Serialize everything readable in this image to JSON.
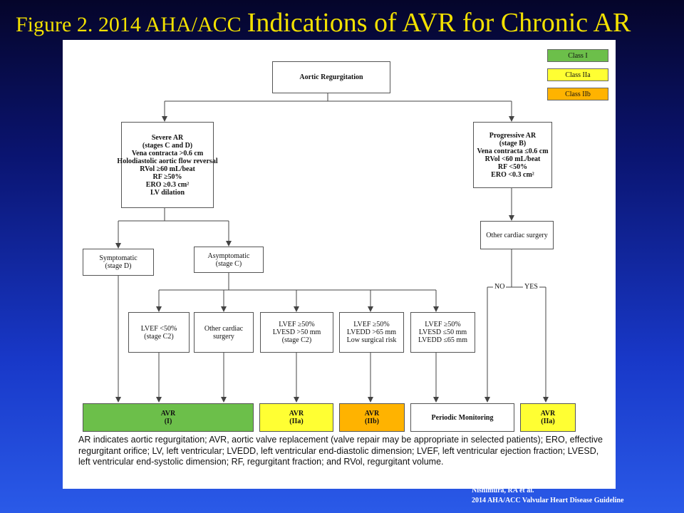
{
  "slide": {
    "title_part1": "Figure 2. 2014 AHA/ACC",
    "title_part2": "Indications of AVR for Chronic AR",
    "citation_line1": "Nishimura, RA et al.",
    "citation_line2": "2014 AHA/ACC  Valvular Heart Disease Guideline"
  },
  "legend": {
    "items": [
      {
        "label": "Class I",
        "color": "#6cbf4a"
      },
      {
        "label": "Class IIa",
        "color": "#ffff33"
      },
      {
        "label": "Class IIb",
        "color": "#ffb300"
      }
    ]
  },
  "flow": {
    "root": [
      "Aortic Regurgitation"
    ],
    "severe": [
      "Severe AR",
      "(stages C and D)",
      "Vena contracta >0.6 cm",
      "Holodiastolic aortic flow reversal",
      "RVol ≥60 mL/beat",
      "RF ≥50%",
      "ERO ≥0.3 cm²",
      "LV dilation"
    ],
    "progressive": [
      "Progressive AR",
      "(stage B)",
      "Vena contracta ≤0.6 cm",
      "RVol <60 mL/beat",
      "RF <50%",
      "ERO <0.3 cm²"
    ],
    "symptomatic": [
      "Symptomatic",
      "(stage D)"
    ],
    "asymptomatic": [
      "Asymptomatic",
      "(stage C)"
    ],
    "other_surgery_right": [
      "Other cardiac surgery"
    ],
    "lvef_low": [
      "LVEF <50%",
      "(stage C2)"
    ],
    "other_surgery_left": [
      "Other cardiac",
      "surgery"
    ],
    "lvesd_high": [
      "LVEF ≥50%",
      "LVESD >50 mm",
      "(stage C2)"
    ],
    "lvedd_high": [
      "LVEF ≥50%",
      "LVEDD >65 mm",
      "Low surgical risk"
    ],
    "lv_normal": [
      "LVEF ≥50%",
      "LVESD ≤50 mm",
      "LVEDD ≤65 mm"
    ],
    "no_label": "NO",
    "yes_label": "YES"
  },
  "outcomes": {
    "avr_i": [
      "AVR",
      "(I)"
    ],
    "avr_iia_1": [
      "AVR",
      "(IIa)"
    ],
    "avr_iib": [
      "AVR",
      "(IIb)"
    ],
    "monitoring": [
      "Periodic Monitoring"
    ],
    "avr_iia_2": [
      "AVR",
      "(IIa)"
    ]
  },
  "abbreviations": "AR indicates aortic regurgitation; AVR, aortic valve replacement (valve repair may be appropriate in selected patients); ERO, effective regurgitant orifice; LV, left ventricular; LVEDD, left ventricular end-diastolic dimension; LVEF, left ventricular ejection fraction; LVESD, left ventricular end-systolic dimension; RF, regurgitant fraction; and RVol, regurgitant volume."
}
